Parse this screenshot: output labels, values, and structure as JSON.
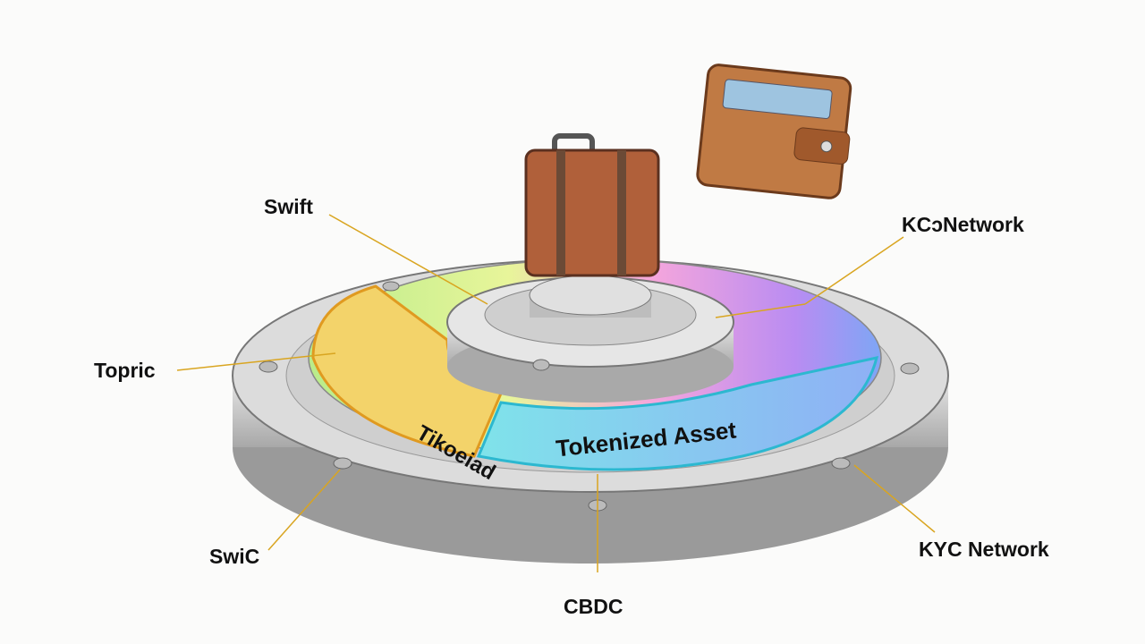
{
  "labels": {
    "swift_top": "Swift",
    "kc_network": "KCↄNetwork",
    "topric": "Topric",
    "swic": "SwiC",
    "cbdc": "CBDC",
    "kyc_network": "KYC Network"
  },
  "segments": {
    "yellow": "Tikoeiad",
    "blue": "Tokenized Asset"
  },
  "colors": {
    "leader_line": "#d9a520",
    "platform": "#cfcfcf",
    "suitcase": "#b0603a",
    "wallet": "#c07a44"
  },
  "icons": [
    "suitcase-icon",
    "wallet-icon"
  ]
}
